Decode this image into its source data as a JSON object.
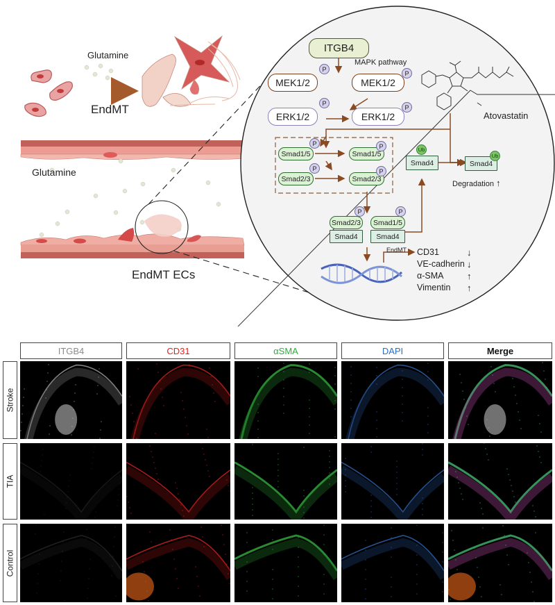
{
  "schematic": {
    "glutamine_top": "Glutamine",
    "endmt_arrow": "EndMT",
    "glutamine_vessel": "Glutamine",
    "endmt_ecs": "EndMT ECs"
  },
  "pathway": {
    "itgb4": "ITGB4",
    "mapk_pathway": "MAPK pathway",
    "mek_left": "MEK1/2",
    "mek_right": "MEK1/2",
    "erk_left": "ERK1/2",
    "erk_right": "ERK1/2",
    "phospho": "P",
    "ubiquitin": "Ub",
    "smad15_left": "Smad1/5",
    "smad15_right": "Smad1/5",
    "smad23_left": "Smad2/3",
    "smad23_right": "Smad2/3",
    "smad4_left": "Smad4",
    "smad4_right": "Smad4",
    "atovastatin": "Atovastatin",
    "degradation": "Degradation",
    "complex_smad23": "Smad2/3",
    "complex_smad4_a": "Smad4",
    "complex_smad15": "Smad1/5",
    "complex_smad4_b": "Smad4",
    "endmt_label": "EndMT",
    "markers": [
      "CD31",
      "VE-cadherin",
      "α-SMA",
      "Vimentin"
    ],
    "marker_trends": [
      "down",
      "down",
      "up",
      "up"
    ],
    "up_arrow": "↑",
    "down_arrow": "↓"
  },
  "imaging": {
    "columns": [
      {
        "label": "ITGB4",
        "color": "#8a8a8a",
        "bold": false
      },
      {
        "label": "CD31",
        "color": "#e02020",
        "bold": false
      },
      {
        "label": "αSMA",
        "color": "#2eae3a",
        "bold": false
      },
      {
        "label": "DAPI",
        "color": "#2a6fc0",
        "bold": false
      },
      {
        "label": "Merge",
        "color": "#111111",
        "bold": true
      }
    ],
    "rows": [
      "Stroke",
      "TIA",
      "Control"
    ]
  }
}
